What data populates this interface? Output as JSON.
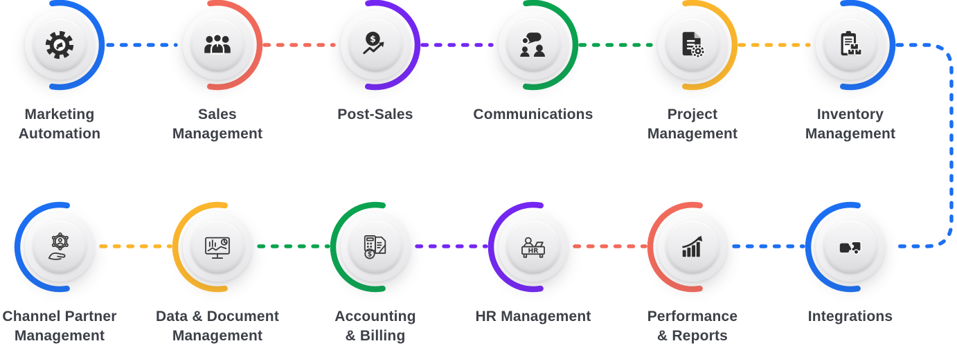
{
  "colors": {
    "blue": "#1c6ff2",
    "red": "#f26a5b",
    "purple": "#7427f2",
    "green": "#0ba350",
    "yellow": "#fbb62d",
    "icon_dark": "#2d2d2d",
    "label_text": "#3d4047"
  },
  "nodes": [
    {
      "id": "marketing-automation",
      "lines": [
        "Marketing",
        "Automation"
      ],
      "arc_color": "#1c6ff2",
      "icon": "megaphone-gear-icon"
    },
    {
      "id": "sales-management",
      "lines": [
        "Sales",
        "Management"
      ],
      "arc_color": "#f26a5b",
      "icon": "team-icon"
    },
    {
      "id": "post-sales",
      "lines": [
        "Post-Sales"
      ],
      "arc_color": "#7427f2",
      "icon": "dollar-growth-icon"
    },
    {
      "id": "communications",
      "lines": [
        "Communications"
      ],
      "arc_color": "#0ba350",
      "icon": "chat-people-icon"
    },
    {
      "id": "project-management",
      "lines": [
        "Project",
        "Management"
      ],
      "arc_color": "#fbb62d",
      "icon": "document-gear-icon"
    },
    {
      "id": "inventory-management",
      "lines": [
        "Inventory",
        "Management"
      ],
      "arc_color": "#1c6ff2",
      "icon": "clipboard-boxes-icon"
    },
    {
      "id": "channel-partner-management",
      "lines": [
        "Channel Partner",
        "Management"
      ],
      "arc_color": "#1c6ff2",
      "icon": "hand-network-icon"
    },
    {
      "id": "data-document-management",
      "lines": [
        "Data & Document",
        "Management"
      ],
      "arc_color": "#fbb62d",
      "icon": "monitor-charts-icon"
    },
    {
      "id": "accounting-billing",
      "lines": [
        "Accounting",
        "& Billing"
      ],
      "arc_color": "#0ba350",
      "icon": "calculator-invoice-icon"
    },
    {
      "id": "hr-management",
      "lines": [
        "HR Management"
      ],
      "arc_color": "#7427f2",
      "icon": "hr-desk-icon"
    },
    {
      "id": "performance-reports",
      "lines": [
        "Performance",
        "& Reports"
      ],
      "arc_color": "#f26a5b",
      "icon": "bar-chart-arrow-icon"
    },
    {
      "id": "integrations",
      "lines": [
        "Integrations"
      ],
      "arc_color": "#1c6ff2",
      "icon": "puzzle-pieces-icon"
    }
  ],
  "hr_icon_text": "HR",
  "dollar_sign": "$",
  "connectors": [
    {
      "from": "marketing-automation",
      "to": "sales-management",
      "color": "#1c6ff2"
    },
    {
      "from": "sales-management",
      "to": "post-sales",
      "color": "#f26a5b"
    },
    {
      "from": "post-sales",
      "to": "communications",
      "color": "#7427f2"
    },
    {
      "from": "communications",
      "to": "project-management",
      "color": "#0ba350"
    },
    {
      "from": "project-management",
      "to": "inventory-management",
      "color": "#fbb62d"
    },
    {
      "from": "inventory-management",
      "to": "integrations",
      "color": "#1c6ff2"
    },
    {
      "from": "data-document-management",
      "to": "channel-partner-management",
      "color": "#fbb62d"
    },
    {
      "from": "accounting-billing",
      "to": "data-document-management",
      "color": "#0ba350"
    },
    {
      "from": "hr-management",
      "to": "accounting-billing",
      "color": "#7427f2"
    },
    {
      "from": "performance-reports",
      "to": "hr-management",
      "color": "#f26a5b"
    },
    {
      "from": "integrations",
      "to": "performance-reports",
      "color": "#1c6ff2"
    }
  ]
}
